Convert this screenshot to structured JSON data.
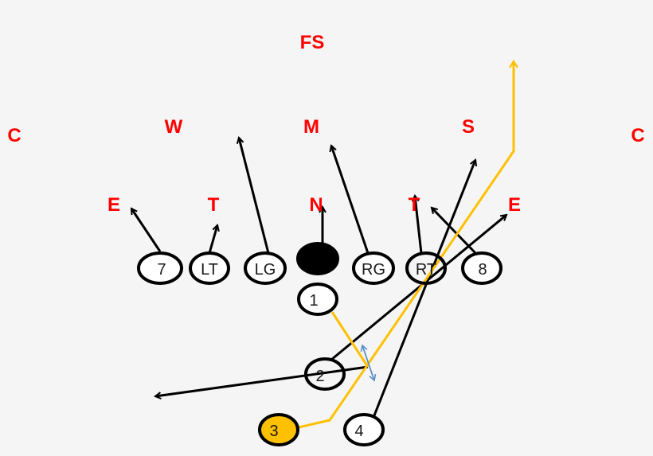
{
  "colors": {
    "defense": "#ff0000",
    "route": "#000000",
    "ball_route": "#ffc000",
    "motion": "#5b8fc7",
    "ball_carrier_fill": "#ffc000",
    "center_fill": "#000000"
  },
  "defense": {
    "fs": "FS",
    "c_left": "C",
    "w": "W",
    "m": "M",
    "s": "S",
    "c_right": "C",
    "e_left": "E",
    "t_left": "T",
    "n": "N",
    "t_right": "T",
    "e_right": "E"
  },
  "offense": {
    "te_left": "7",
    "lt": "LT",
    "lg": "LG",
    "center": "",
    "rg": "RG",
    "rt": "RT",
    "te_right": "8",
    "back1": "1",
    "back2": "2",
    "back3": "3",
    "back4": "4"
  }
}
